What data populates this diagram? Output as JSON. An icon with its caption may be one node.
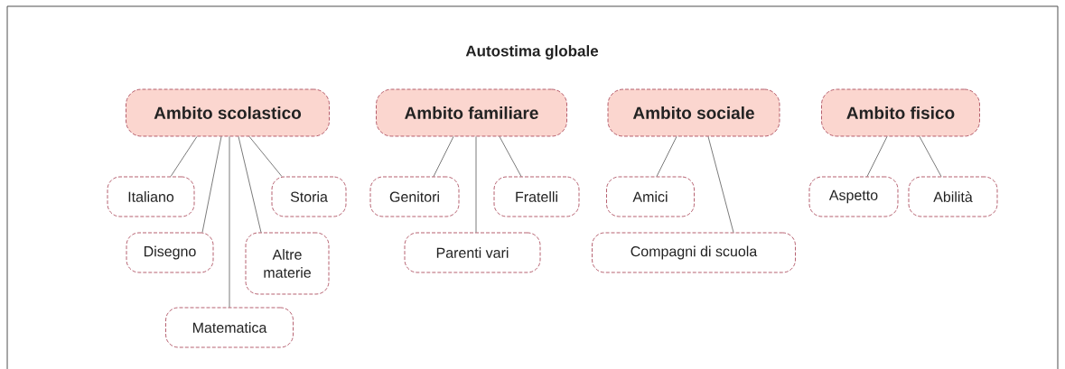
{
  "diagram": {
    "title": "Autostima globale",
    "nodes": [
      {
        "text": [
          "Ambito scolastico"
        ]
      },
      {
        "text": [
          "Italiano"
        ]
      },
      {
        "text": [
          "Disegno"
        ]
      },
      {
        "text": [
          "Matematica"
        ]
      },
      {
        "text": [
          "Altre materie"
        ]
      },
      {
        "text": [
          "Storia"
        ]
      },
      {
        "text": [
          "Ambito familiare"
        ]
      },
      {
        "text": [
          "Genitori"
        ]
      },
      {
        "text": [
          "Parenti vari"
        ]
      },
      {
        "text": [
          "Fratelli"
        ]
      },
      {
        "text": [
          "Ambito sociale"
        ]
      },
      {
        "text": [
          "Amici"
        ]
      },
      {
        "text": [
          "Compagni di scuola"
        ]
      },
      {
        "text": [
          "Ambito fisico"
        ]
      },
      {
        "text": [
          "Aspetto"
        ]
      },
      {
        "text": [
          "Abilità"
        ]
      }
    ],
    "edges": [
      {
        "from": 0,
        "to": 1,
        "arrow": "none"
      },
      {
        "from": 0,
        "to": 2,
        "arrow": "none"
      },
      {
        "from": 0,
        "to": 3,
        "arrow": "none"
      },
      {
        "from": 0,
        "to": 4,
        "arrow": "none"
      },
      {
        "from": 0,
        "to": 5,
        "arrow": "none"
      },
      {
        "from": 6,
        "to": 7,
        "arrow": "none"
      },
      {
        "from": 6,
        "to": 8,
        "arrow": "none"
      },
      {
        "from": 6,
        "to": 9,
        "arrow": "none"
      },
      {
        "from": 10,
        "to": 11,
        "arrow": "none"
      },
      {
        "from": 10,
        "to": 12,
        "arrow": "none"
      },
      {
        "from": 13,
        "to": 14,
        "arrow": "none"
      },
      {
        "from": 13,
        "to": 15,
        "arrow": "none"
      }
    ]
  }
}
